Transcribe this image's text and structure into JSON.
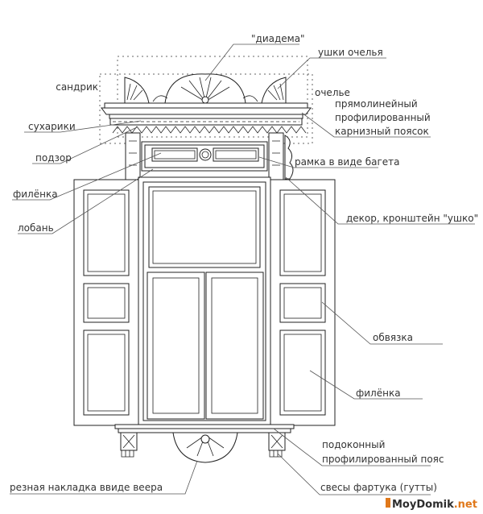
{
  "labels": {
    "diadema": "\"диадема\"",
    "ushki_ochelya": "ушки очелья",
    "sandrik": "сандрик",
    "ochelye": "очелье",
    "karniz_1": "прямолинейный",
    "karniz_2": "профилированный",
    "karniz_3": "карнизный поясок",
    "sukhariki": "сухарики",
    "podzor": "подзор",
    "ramka": "рамка в виде багета",
    "filenka_top": "филёнка",
    "loban": "лобань",
    "dekor": "декор, кронштейн \"ушко\"",
    "obvyazka": "обвязка",
    "filenka_shutter": "филёнка",
    "podokonny_1": "подоконный",
    "podokonny_2": "профилированный пояс",
    "reznaya": "резная накладка ввиде веера",
    "svesy": "свесы фартука (гутты)"
  },
  "watermark": {
    "part1": "MoyDomik",
    "part2": ".net"
  },
  "colors": {
    "line": "#222222",
    "accent": "#e0781a"
  }
}
